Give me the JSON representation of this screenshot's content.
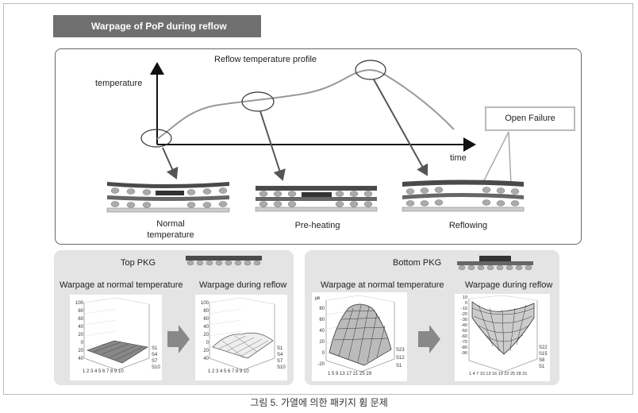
{
  "header": {
    "title": "Warpage of PoP during reflow"
  },
  "diagram": {
    "profile_title": "Reflow temperature profile",
    "y_axis_label": "temperature",
    "x_axis_label": "time",
    "failure_label": "Open Failure",
    "stages": [
      {
        "label_line1": "Normal",
        "label_line2": "temperature"
      },
      {
        "label": "Pre-heating"
      },
      {
        "label": "Reflowing"
      }
    ]
  },
  "panels": {
    "top": {
      "title": "Top PKG",
      "left_title": "Warpage at normal temperature",
      "right_title": "Warpage during reflow",
      "left_z_ticks": [
        "100",
        "80",
        "60",
        "40",
        "20",
        "0",
        "20",
        "40"
      ],
      "right_z_ticks": [
        "100",
        "80",
        "60",
        "40",
        "20",
        "0",
        "20",
        "40"
      ],
      "left_x_ticks": "1 2 3 4 5 6 7 8 9 10",
      "right_x_ticks": "1 2 3 4 5 6 7 8 9 10",
      "left_y_ticks": [
        "S1",
        "S4",
        "S7",
        "S10"
      ],
      "right_y_ticks": [
        "S1",
        "S4",
        "S7",
        "S10"
      ]
    },
    "bottom": {
      "title": "Bottom PKG",
      "left_title": "Warpage at normal temperature",
      "right_title": "Warpage during reflow",
      "left_unit": "㎛",
      "left_z_ticks": [
        "80",
        "60",
        "40",
        "20",
        "0",
        "-20"
      ],
      "right_z_ticks": [
        "10",
        "0",
        "-10",
        "-20",
        "-30",
        "-40",
        "-50",
        "-60",
        "-70",
        "-80",
        "-90"
      ],
      "left_x_ticks": "1 5 9 13 17 21 25 29",
      "right_x_ticks": "1 4 7 10 13 16 19 22 25 28 31",
      "left_y_ticks": [
        "S23",
        "S12",
        "S1"
      ],
      "right_y_ticks": [
        "S22",
        "S15",
        "S8",
        "S1"
      ]
    }
  },
  "caption": "그림 5. 가열에 의한 패키지 휨 문제"
}
